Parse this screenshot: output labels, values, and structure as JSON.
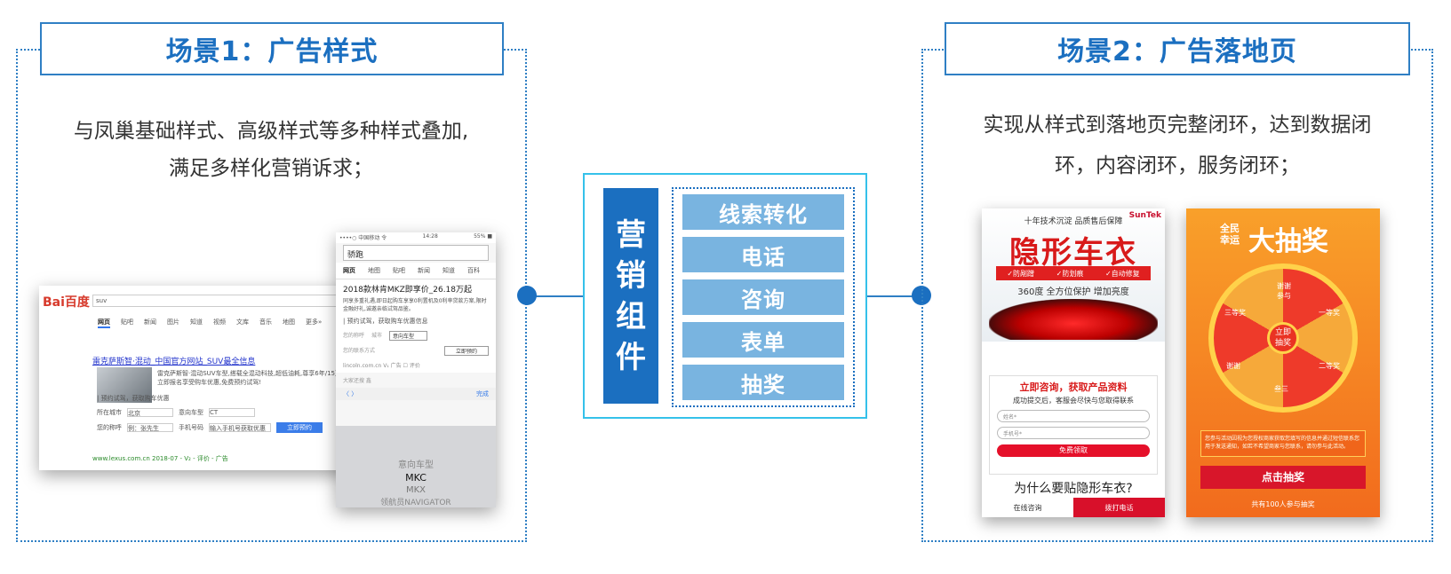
{
  "scene1": {
    "title": "场景1：广告样式",
    "desc_line1": "与凤巢基础样式、高级样式等多种样式叠加,",
    "desc_line2": "满足多样化营销诉求；"
  },
  "scene2": {
    "title": "场景2：广告落地页",
    "desc_line1": "实现从样式到落地页完整闭环，达到数据闭",
    "desc_line2": "环，内容闭环，服务闭环；"
  },
  "component": {
    "title_chars": [
      "营",
      "销",
      "组",
      "件"
    ],
    "items": [
      "线索转化",
      "电话",
      "咨询",
      "表单",
      "抽奖"
    ]
  },
  "desktop_shot": {
    "logo": "Bai百度",
    "query": "suv",
    "tabs": [
      "网页",
      "贴吧",
      "新闻",
      "图片",
      "知道",
      "视频",
      "文库",
      "音乐",
      "地图",
      "更多»"
    ],
    "result_title": "雷克萨斯智·混动_中国官方网站_SUV最全信息",
    "result_text": "雷克萨斯智·混动SUV车型,搭载全混动科技,超低油耗,尊享6年/15万公里免费立即报名享受购车优惠,免费预约试驾!",
    "form_hint": "| 预约试驾，获取购车优惠",
    "city_label": "所在城市",
    "city_value": "北京",
    "model_label": "意向车型",
    "model_value": "CT",
    "name_label": "您的称呼",
    "name_placeholder": "例：张先生",
    "phone_label": "手机号码",
    "phone_placeholder": "输入手机号获取优惠",
    "submit": "立即预约",
    "url": "www.lexus.com.cn  2018-07 - V₂ - 评价 - 广告"
  },
  "mobile_shot": {
    "carrier": "••••○ 中国移动 令",
    "time": "14:28",
    "battery": "55% ■",
    "query": "骄跑",
    "tabs": [
      "网页",
      "地图",
      "贴吧",
      "新闻",
      "知道",
      "百科"
    ],
    "headline": "2018款林肯MKZ即享价_26.18万起",
    "body": "同享多重礼遇,即日起购车享享0利置机及0利率贷款方案,限时金融好礼,诚邀亲临试驾品鉴。",
    "hint": "| 预约试驾，获取购车优惠信息",
    "name_ph": "您的称呼",
    "city_ph": "城市",
    "model_ph": "意向车型",
    "contact_ph": "您的联系方式",
    "submit": "立即预约",
    "url": "lincoln.com.cn  V₁  广告  ☐ 评价",
    "search_hint": "大家还搜 鑫",
    "done": "完成",
    "picker_title": "意向车型",
    "picker_selected": "MKC",
    "picker_next": "MKX",
    "picker_next2": "领航员NAVIGATOR"
  },
  "ad_landing": {
    "sub": "十年技术沉淀 品质售后保障",
    "brand": "SunTek",
    "hero": "隐形车衣",
    "tags": [
      "✓防剐蹭",
      "✓防划痕",
      "✓自动修复"
    ],
    "note": "360度 全方位保护 增加亮度",
    "form_title": "立即咨询，获取产品资料",
    "form_sub": "成功提交后，客服会尽快与您取得联系",
    "name_ph": "姓名*",
    "phone_ph": "手机号*",
    "form_btn": "免费领取",
    "question": "为什么要贴隐形车衣?",
    "foot_online": "在线咨询",
    "foot_call": "拨打电话"
  },
  "ad_lottery": {
    "small_line1": "全民",
    "small_line2": "幸运",
    "big": "大抽奖",
    "center_line1": "立即",
    "center_line2": "抽奖",
    "prizes": [
      "谢谢参与",
      "一等奖",
      "二等奖",
      "叁三",
      "谢谢",
      "三等奖"
    ],
    "notice": "您参与活动因视为您授权商家获取您填写的信息并通过短信联系您用于发送通知，如若不希望商家与您联系，请勿参与此活动。",
    "button": "点击抽奖",
    "count": "共有100人参与抽奖"
  },
  "colors": {
    "primary": "#1b6fc0",
    "border": "#2f7fc4",
    "center_border": "#35c1ea",
    "item_bg": "#79b4e0"
  }
}
